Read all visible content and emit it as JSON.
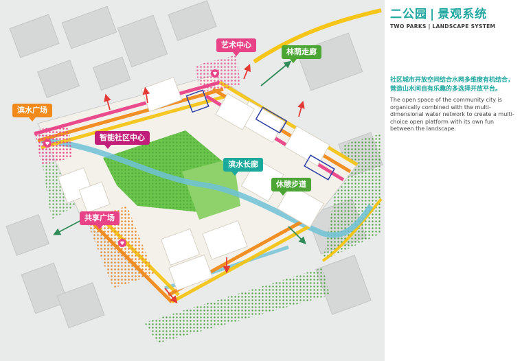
{
  "title": {
    "zh_part1": "二公园",
    "separator": "|",
    "zh_part2": "景观系统",
    "en": "TWO PARKS | LANDSCAPE SYSTEM"
  },
  "description": {
    "zh": "社区城市开放空间结合水网多维度有机结合，营造山水间自有乐趣的多选择开放平台。",
    "en": "The open space of the community city is organically combined with the multi-dimensional water network to create a multi-choice open platform with its own fun between the landscape."
  },
  "labels": {
    "art_center": "艺术中心",
    "shaded_corridor": "林荫走廊",
    "waterfront_plaza": "滨水广场",
    "smart_community_center": "智能社区中心",
    "waterfront_promenade": "滨水长廊",
    "rest_trail": "休憩步道",
    "shared_plaza": "共享广场"
  },
  "colors": {
    "teal_accent": "#1fa7a0",
    "pink": "#e94387",
    "magenta": "#c21f7a",
    "orange": "#f18a1b",
    "green": "#4aa534",
    "teal": "#1ba99e",
    "park_green": "#5cbf3a",
    "yellow_route": "#f5c518",
    "water_blue": "#6fc2d6"
  },
  "icons": {
    "heart": "heart-icon",
    "arrow": "direction-arrow-icon"
  }
}
